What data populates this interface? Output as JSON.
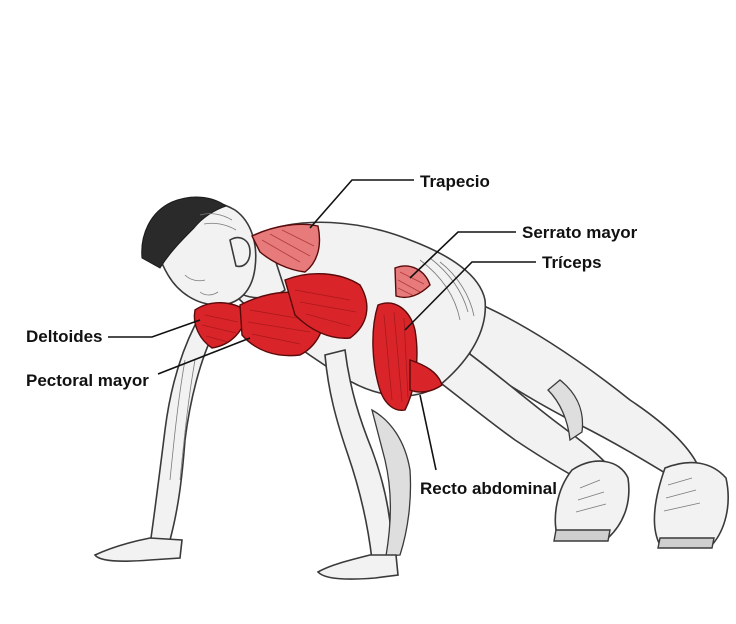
{
  "labels": {
    "trapecio": "Trapecio",
    "serrato_mayor": "Serrato mayor",
    "triceps": "Tríceps",
    "deltoides": "Deltoides",
    "pectoral_mayor": "Pectoral mayor",
    "recto_abdominal": "Recto abdominal"
  },
  "colors": {
    "muscle_primary": "#d9252a",
    "muscle_secondary": "#e77b7b",
    "skin": "#f2f2f2",
    "outline": "#3a3a3a",
    "text": "#111111"
  }
}
